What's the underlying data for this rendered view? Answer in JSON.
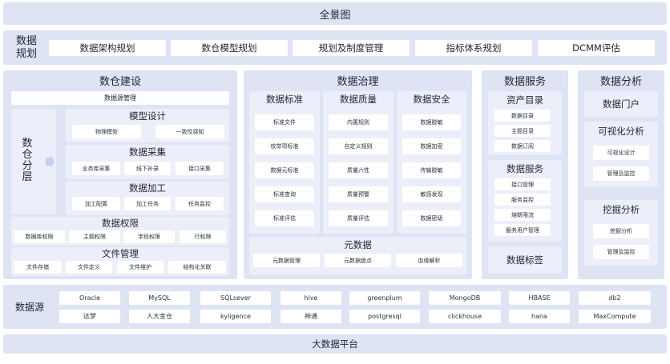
{
  "header": {
    "title": "全景图"
  },
  "planning": {
    "label": "数据\n规划",
    "items": [
      "数据架构规划",
      "数仓模型规划",
      "规划及制度管理",
      "指标体系规划",
      "DCMM评估"
    ]
  },
  "warehouse": {
    "title": "数仓建设",
    "source_mgmt": "数据源管理",
    "layer_label": "数\n仓\n分\n层",
    "model_design": {
      "title": "模型设计",
      "items": [
        "物理模型",
        "一致性感知"
      ]
    },
    "collection": {
      "title": "数据采集",
      "items": [
        "业务库采集",
        "线下补录",
        "接口采集"
      ]
    },
    "processing": {
      "title": "数据加工",
      "items": [
        "加工配置",
        "加工任务",
        "任务监控"
      ]
    },
    "permission": {
      "title": "数据权限",
      "items": [
        "数据库权限",
        "主题权限",
        "字段权限",
        "行权限"
      ]
    },
    "file_mgmt": {
      "title": "文件管理",
      "items": [
        "文件存储",
        "文件定义",
        "文件维护",
        "结构化关联"
      ]
    }
  },
  "governance": {
    "title": "数据治理",
    "standard": {
      "title": "数据标准",
      "items": [
        "标准文件",
        "校举项标准",
        "数据元标准",
        "标准查询",
        "标准评估"
      ]
    },
    "quality": {
      "title": "数据质量",
      "items": [
        "内置规则",
        "自定义规则",
        "质量六性",
        "质量预警",
        "质量评估"
      ]
    },
    "security": {
      "title": "数据安全",
      "items": [
        "数据脱敏",
        "数据加密",
        "传输脱敏",
        "敏感发现",
        "数据密级"
      ]
    },
    "metadata": {
      "title": "元数据",
      "items": [
        "元数据管理",
        "元数据盘点",
        "血缘解析"
      ]
    }
  },
  "service": {
    "title": "数据服务",
    "catalog": {
      "title": "资产目录",
      "items": [
        "数据目录",
        "主题目录",
        "数据订阅"
      ]
    },
    "svc": {
      "title": "数据服务",
      "items": [
        "接口管理",
        "服务监控",
        "熔断限流",
        "服务用户管理"
      ]
    },
    "tag": {
      "title": "数据标签"
    }
  },
  "analysis": {
    "title": "数据分析",
    "portal": "数据门户",
    "visual": {
      "title": "可视化分析",
      "items": [
        "可视化设计",
        "管理及监控"
      ]
    },
    "mining": {
      "title": "挖掘分析",
      "items": [
        "挖掘分析",
        "管理及监控"
      ]
    }
  },
  "sources": {
    "label": "数据源",
    "row1": [
      "Oracle",
      "MySQL",
      "SQLsever",
      "hive",
      "greenplum",
      "MongoDB",
      "HBASE",
      "db2"
    ],
    "row2": [
      "达梦",
      "人大金仓",
      "kyligence",
      "神通",
      "postgresql",
      "clickhouse",
      "hana",
      "MaxCompute"
    ]
  },
  "footer": {
    "title": "大数据平台"
  }
}
